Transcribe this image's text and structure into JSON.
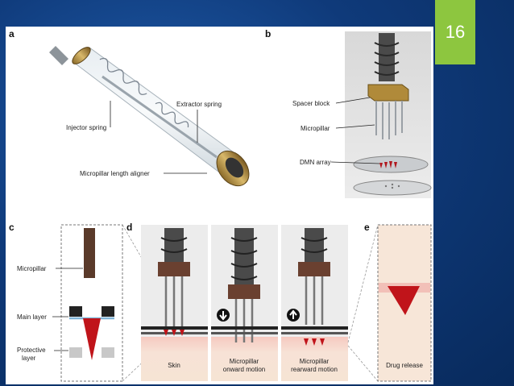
{
  "slide_number": "16",
  "colors": {
    "accent": "#8dc63f",
    "background": "#0f3a7a",
    "drug": "#c0141a"
  },
  "panels": {
    "a": {
      "letter": "a",
      "labels": {
        "extractor_spring": "Extractor spring",
        "injector_spring": "Injector spring",
        "aligner": "Micropillar length aligner"
      }
    },
    "b": {
      "letter": "b",
      "labels": {
        "spacer_block": "Spacer block",
        "micropillar": "Micropillar",
        "dmn_array": "DMN array"
      }
    },
    "c": {
      "letter": "c",
      "labels": {
        "micropillar": "Micropillar",
        "main_layer": "Main layer",
        "protective_line1": "Protective",
        "protective_line2": "layer"
      }
    },
    "d": {
      "letter": "d",
      "labels": {
        "skin": "Skin",
        "onward_line1": "Micropillar",
        "onward_line2": "onward motion",
        "rearward_line1": "Micropillar",
        "rearward_line2": "rearward motion"
      }
    },
    "e": {
      "letter": "e",
      "labels": {
        "drug_release": "Drug release"
      }
    }
  }
}
